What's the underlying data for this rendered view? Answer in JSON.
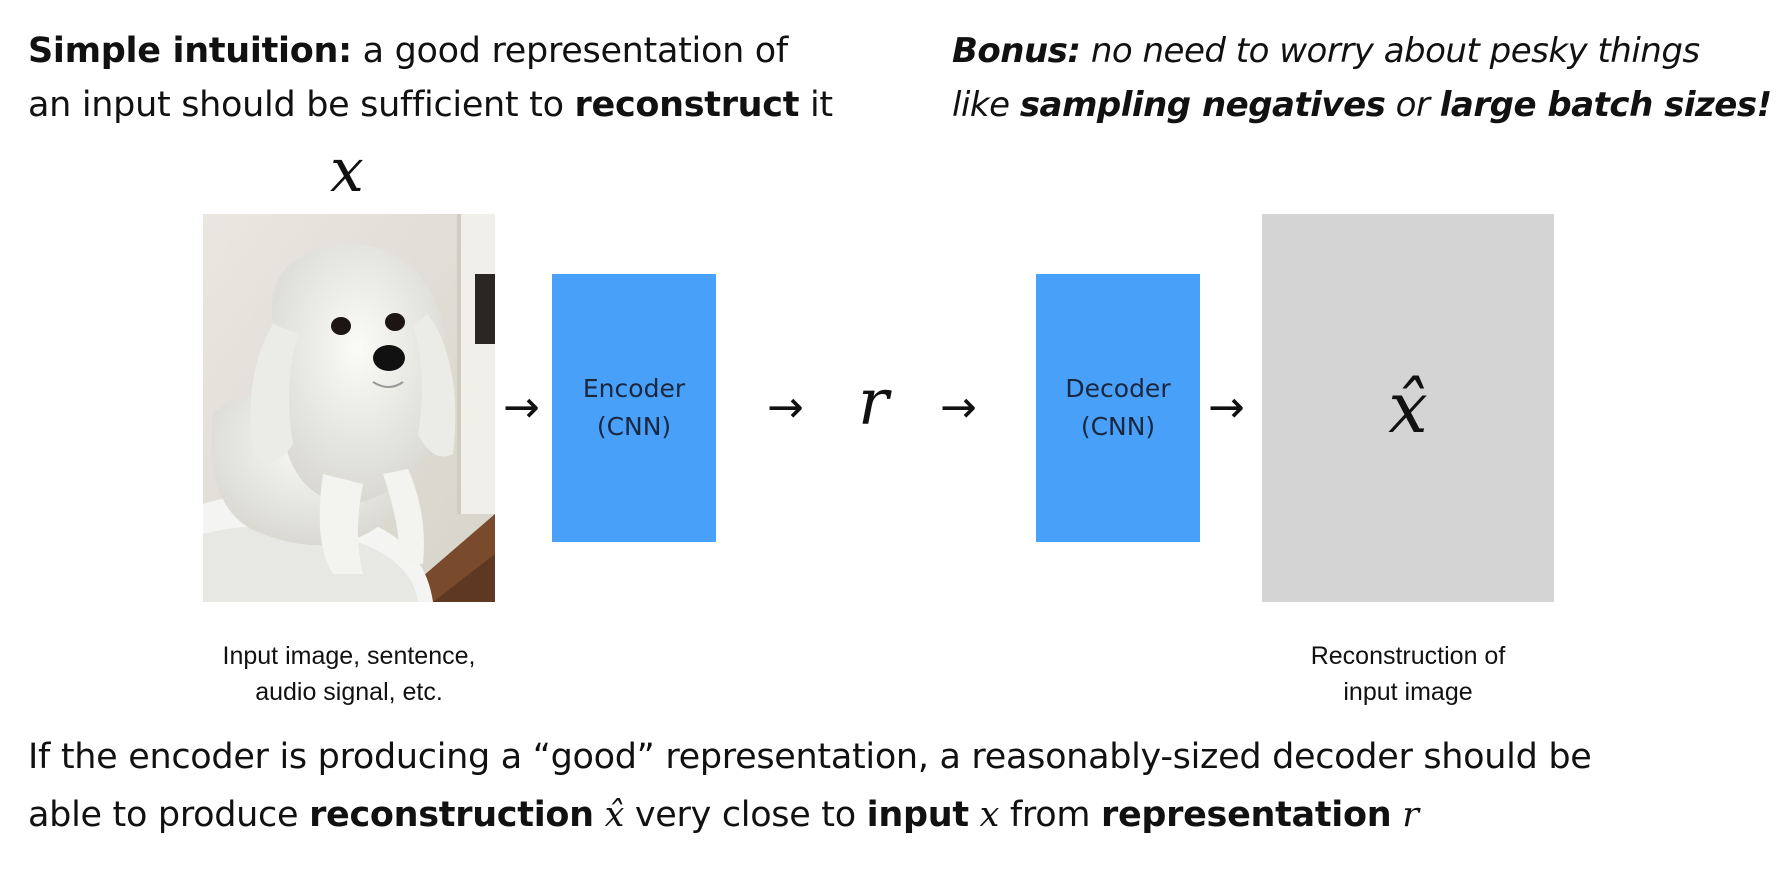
{
  "intro_left": {
    "bold_lead": "Simple intuition:",
    "text_1": " a good representation of",
    "text_2": "an input should be sufficient to ",
    "bold_word": "reconstruct",
    "text_3": " it"
  },
  "intro_right": {
    "bold_lead": "Bonus:",
    "text_1": " no need to worry about pesky things",
    "text_2": "like ",
    "bold_1": "sampling negatives",
    "text_3": " or ",
    "bold_2": "large batch sizes!"
  },
  "diagram": {
    "input_symbol": "x",
    "arrow_glyph": "→",
    "encoder": {
      "line1": "Encoder",
      "line2": "(CNN)"
    },
    "representation_symbol": "r",
    "decoder": {
      "line1": "Decoder",
      "line2": "(CNN)"
    },
    "output_symbol": "x̂",
    "input_caption": {
      "line1": "Input image, sentence,",
      "line2": "audio signal, etc."
    },
    "output_caption": {
      "line1": "Reconstruction of",
      "line2": "input image"
    },
    "colors": {
      "encoder_box": "#48a0f8",
      "decoder_box": "#48a0f8",
      "output_box": "#d4d4d4"
    }
  },
  "bottom_text": {
    "line1": "If the encoder is producing a “good” representation, a reasonably-sized decoder should be",
    "line2_a": "able to produce ",
    "line2_bold_1": "reconstruction",
    "line2_math_1": "x̂",
    "line2_b": " very close to ",
    "line2_bold_2": "input",
    "line2_math_2": "x",
    "line2_c": " from ",
    "line2_bold_3": "representation",
    "line2_math_3": "r"
  }
}
